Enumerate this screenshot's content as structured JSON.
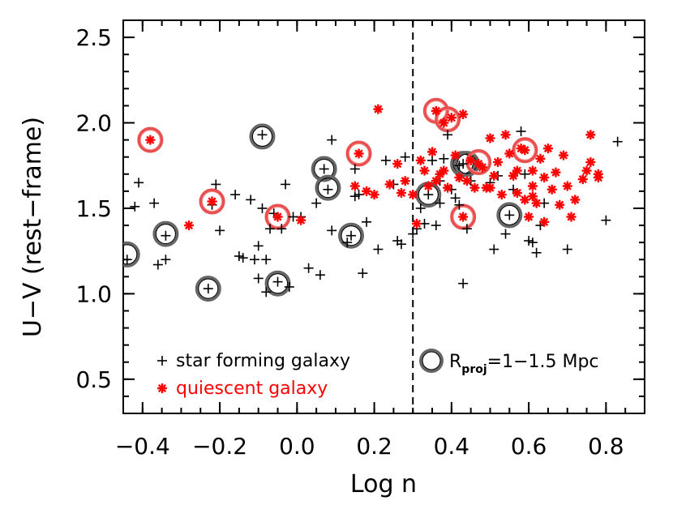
{
  "chart_data": {
    "type": "scatter",
    "xlabel": "Log n",
    "ylabel": "U−V (rest−frame)",
    "xlim": [
      -0.45,
      0.9
    ],
    "ylim": [
      0.3,
      2.6
    ],
    "x_ticks": [
      -0.4,
      -0.2,
      0.0,
      0.2,
      0.4,
      0.6,
      0.8
    ],
    "x_tick_labels": [
      "−0.4",
      "−0.2",
      "0.0",
      "0.2",
      "0.4",
      "0.6",
      "0.8"
    ],
    "y_ticks": [
      0.5,
      1.0,
      1.5,
      2.0,
      2.5
    ],
    "y_tick_labels": [
      "0.5",
      "1.0",
      "1.5",
      "2.0",
      "2.5"
    ],
    "grid": false,
    "divider_x": 0.3,
    "legend": {
      "placement": "bottom",
      "star_forming_label": "star forming galaxy",
      "quiescent_label": "quiescent galaxy",
      "ring_label_prefix": "R",
      "ring_label_sub": "proj",
      "ring_label_suffix": "=1−1.5 Mpc"
    },
    "colors": {
      "star_forming": "#000000",
      "quiescent": "#ff0000",
      "ring_sf": "#666666",
      "ring_q": "#e85050"
    },
    "series": [
      {
        "name": "star forming galaxy",
        "marker": "plus",
        "points": [
          [
            -0.44,
            1.2
          ],
          [
            -0.42,
            1.51
          ],
          [
            -0.41,
            1.65
          ],
          [
            -0.37,
            1.53
          ],
          [
            -0.36,
            1.17
          ],
          [
            -0.34,
            1.2
          ],
          [
            -0.34,
            1.34
          ],
          [
            -0.23,
            1.03
          ],
          [
            -0.22,
            1.52
          ],
          [
            -0.21,
            1.64
          ],
          [
            -0.2,
            1.37
          ],
          [
            -0.16,
            1.58
          ],
          [
            -0.15,
            1.22
          ],
          [
            -0.14,
            1.21
          ],
          [
            -0.12,
            1.55
          ],
          [
            -0.11,
            1.2
          ],
          [
            -0.1,
            1.09
          ],
          [
            -0.1,
            1.28
          ],
          [
            -0.09,
            1.93
          ],
          [
            -0.09,
            1.5
          ],
          [
            -0.08,
            1.01
          ],
          [
            -0.08,
            1.2
          ],
          [
            -0.07,
            1.38
          ],
          [
            -0.06,
            1.47
          ],
          [
            -0.05,
            1.07
          ],
          [
            -0.04,
            1.38
          ],
          [
            -0.03,
            1.64
          ],
          [
            -0.02,
            1.04
          ],
          [
            -0.01,
            1.45
          ],
          [
            0.01,
            1.45
          ],
          [
            0.03,
            1.15
          ],
          [
            0.05,
            1.53
          ],
          [
            0.06,
            1.11
          ],
          [
            0.07,
            1.73
          ],
          [
            0.08,
            1.61
          ],
          [
            0.09,
            1.9
          ],
          [
            0.09,
            1.37
          ],
          [
            0.13,
            1.3
          ],
          [
            0.14,
            1.34
          ],
          [
            0.15,
            1.73
          ],
          [
            0.15,
            1.57
          ],
          [
            0.16,
            1.58
          ],
          [
            0.17,
            1.12
          ],
          [
            0.18,
            1.42
          ],
          [
            0.21,
            1.26
          ],
          [
            0.23,
            1.78
          ],
          [
            0.25,
            1.64
          ],
          [
            0.26,
            1.31
          ],
          [
            0.27,
            1.29
          ],
          [
            0.28,
            1.8
          ],
          [
            0.3,
            1.35
          ],
          [
            0.31,
            1.38
          ],
          [
            0.32,
            1.5
          ],
          [
            0.33,
            1.41
          ],
          [
            0.34,
            1.58
          ],
          [
            0.35,
            1.78
          ],
          [
            0.36,
            1.4
          ],
          [
            0.37,
            1.53
          ],
          [
            0.37,
            1.66
          ],
          [
            0.38,
            1.79
          ],
          [
            0.39,
            1.93
          ],
          [
            0.4,
            1.61
          ],
          [
            0.41,
            1.56
          ],
          [
            0.42,
            1.52
          ],
          [
            0.42,
            1.75
          ],
          [
            0.43,
            1.76
          ],
          [
            0.43,
            1.06
          ],
          [
            0.44,
            1.38
          ],
          [
            0.45,
            1.66
          ],
          [
            0.5,
            1.65
          ],
          [
            0.51,
            1.26
          ],
          [
            0.52,
            1.69
          ],
          [
            0.54,
            1.35
          ],
          [
            0.55,
            1.46
          ],
          [
            0.56,
            1.61
          ],
          [
            0.58,
            1.95
          ],
          [
            0.59,
            1.7
          ],
          [
            0.6,
            1.31
          ],
          [
            0.61,
            1.3
          ],
          [
            0.62,
            1.24
          ],
          [
            0.63,
            1.4
          ],
          [
            0.64,
            1.53
          ],
          [
            0.7,
            1.26
          ],
          [
            0.8,
            1.43
          ],
          [
            0.83,
            1.89
          ]
        ]
      },
      {
        "name": "quiescent galaxy",
        "marker": "asterisk",
        "points": [
          [
            -0.38,
            1.9
          ],
          [
            -0.28,
            1.4
          ],
          [
            -0.22,
            1.54
          ],
          [
            -0.05,
            1.45
          ],
          [
            0.01,
            1.43
          ],
          [
            0.15,
            1.63
          ],
          [
            0.16,
            1.82
          ],
          [
            0.18,
            1.6
          ],
          [
            0.2,
            1.58
          ],
          [
            0.21,
            2.08
          ],
          [
            0.24,
            1.64
          ],
          [
            0.26,
            1.76
          ],
          [
            0.27,
            1.59
          ],
          [
            0.28,
            1.66
          ],
          [
            0.3,
            1.58
          ],
          [
            0.31,
            1.41
          ],
          [
            0.32,
            1.78
          ],
          [
            0.33,
            1.72
          ],
          [
            0.34,
            1.63
          ],
          [
            0.35,
            1.83
          ],
          [
            0.36,
            2.07
          ],
          [
            0.36,
            1.66
          ],
          [
            0.37,
            1.7
          ],
          [
            0.38,
            1.72
          ],
          [
            0.38,
            2.0
          ],
          [
            0.39,
            1.62
          ],
          [
            0.4,
            2.03
          ],
          [
            0.41,
            1.81
          ],
          [
            0.42,
            1.68
          ],
          [
            0.43,
            1.45
          ],
          [
            0.43,
            2.05
          ],
          [
            0.44,
            1.66
          ],
          [
            0.45,
            1.78
          ],
          [
            0.46,
            1.62
          ],
          [
            0.47,
            1.76
          ],
          [
            0.48,
            1.74
          ],
          [
            0.49,
            1.62
          ],
          [
            0.5,
            1.91
          ],
          [
            0.51,
            1.69
          ],
          [
            0.52,
            1.77
          ],
          [
            0.53,
            1.58
          ],
          [
            0.54,
            1.93
          ],
          [
            0.55,
            1.82
          ],
          [
            0.56,
            1.69
          ],
          [
            0.57,
            1.72
          ],
          [
            0.57,
            1.59
          ],
          [
            0.58,
            1.85
          ],
          [
            0.59,
            1.84
          ],
          [
            0.6,
            1.45
          ],
          [
            0.61,
            1.72
          ],
          [
            0.61,
            1.63
          ],
          [
            0.62,
            1.53
          ],
          [
            0.63,
            1.79
          ],
          [
            0.64,
            1.68
          ],
          [
            0.65,
            1.85
          ],
          [
            0.66,
            1.61
          ],
          [
            0.67,
            1.71
          ],
          [
            0.68,
            1.52
          ],
          [
            0.69,
            1.81
          ],
          [
            0.7,
            1.63
          ],
          [
            0.71,
            1.45
          ],
          [
            0.72,
            1.55
          ],
          [
            0.74,
            1.67
          ],
          [
            0.75,
            1.72
          ],
          [
            0.76,
            1.77
          ],
          [
            0.76,
            1.93
          ],
          [
            0.78,
            1.7
          ],
          [
            0.78,
            1.68
          ],
          [
            0.64,
            1.42
          ],
          [
            0.59,
            1.55
          ],
          [
            0.61,
            1.57
          ],
          [
            0.5,
            1.62
          ]
        ]
      },
      {
        "name": "R_proj=1-1.5 Mpc (star forming)",
        "marker": "ring",
        "ring_color": "#666666",
        "points": [
          [
            -0.44,
            1.23
          ],
          [
            -0.34,
            1.35
          ],
          [
            -0.23,
            1.03
          ],
          [
            -0.09,
            1.92
          ],
          [
            -0.05,
            1.06
          ],
          [
            0.07,
            1.73
          ],
          [
            0.08,
            1.62
          ],
          [
            0.14,
            1.34
          ],
          [
            0.34,
            1.58
          ],
          [
            0.43,
            1.76
          ],
          [
            0.44,
            1.76
          ],
          [
            0.55,
            1.46
          ]
        ]
      },
      {
        "name": "R_proj=1-1.5 Mpc (quiescent)",
        "marker": "ring",
        "ring_color": "#e85050",
        "points": [
          [
            -0.38,
            1.9
          ],
          [
            -0.22,
            1.54
          ],
          [
            -0.05,
            1.45
          ],
          [
            0.16,
            1.82
          ],
          [
            0.36,
            2.07
          ],
          [
            0.39,
            2.02
          ],
          [
            0.43,
            1.45
          ],
          [
            0.47,
            1.77
          ],
          [
            0.59,
            1.84
          ]
        ]
      }
    ]
  }
}
